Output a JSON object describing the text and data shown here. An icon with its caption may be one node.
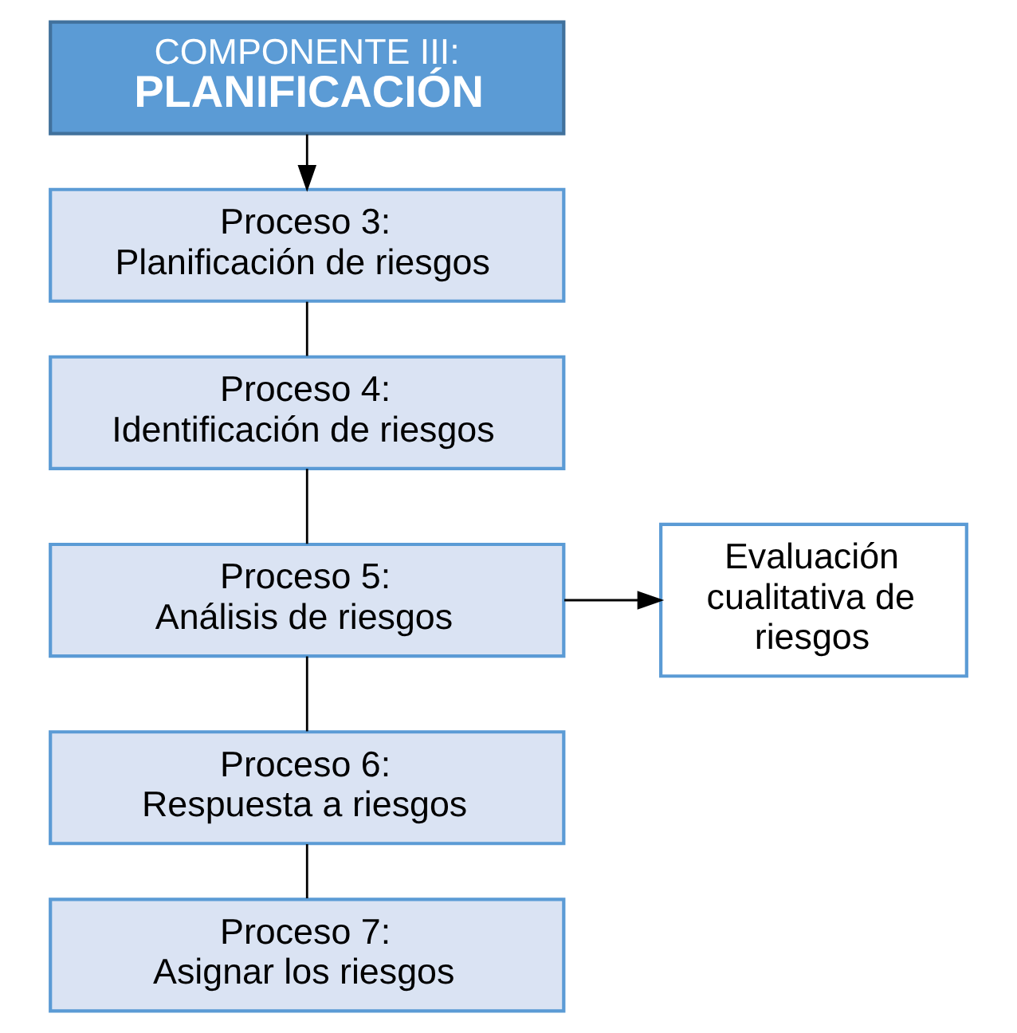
{
  "diagram": {
    "nodes": [
      {
        "text": [
          "COMPONENTE III:",
          "PLANIFICACIÓN"
        ]
      },
      {
        "text": [
          "Proceso 3:",
          "Planificación de riesgos"
        ]
      },
      {
        "text": [
          "Proceso 4:",
          "Identificación de riesgos"
        ]
      },
      {
        "text": [
          "Proceso 5:",
          "Análisis de riesgos"
        ]
      },
      {
        "text": [
          "Proceso 6:",
          "Respuesta a riesgos"
        ]
      },
      {
        "text": [
          "Proceso 7:",
          "Asignar los riesgos"
        ]
      },
      {
        "text": [
          "Evaluación cualitativa de riesgos"
        ]
      }
    ],
    "edges": [
      {
        "from": 0,
        "to": 1,
        "arrow": "to"
      },
      {
        "from": 1,
        "to": 2,
        "arrow": "none"
      },
      {
        "from": 2,
        "to": 3,
        "arrow": "none"
      },
      {
        "from": 3,
        "to": 4,
        "arrow": "none"
      },
      {
        "from": 4,
        "to": 5,
        "arrow": "none"
      },
      {
        "from": 3,
        "to": 6,
        "arrow": "to"
      }
    ]
  }
}
